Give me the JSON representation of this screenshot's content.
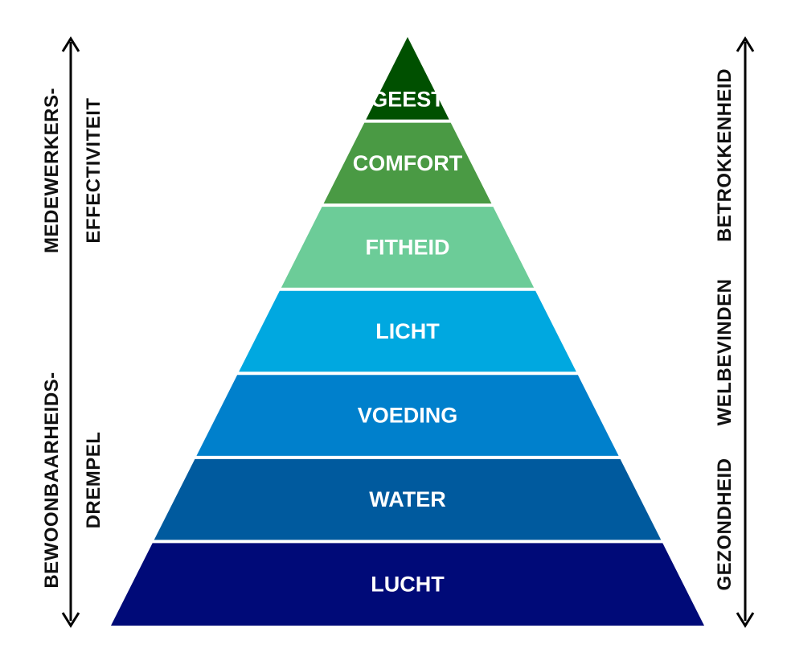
{
  "pyramid": {
    "tiers": [
      {
        "label": "GEEST",
        "color": "#005000"
      },
      {
        "label": "COMFORT",
        "color": "#4a9a44"
      },
      {
        "label": "FITHEID",
        "color": "#6ccc98"
      },
      {
        "label": "LICHT",
        "color": "#00a8e0"
      },
      {
        "label": "VOEDING",
        "color": "#0080cc"
      },
      {
        "label": "WATER",
        "color": "#005a9e"
      },
      {
        "label": "LUCHT",
        "color": "#000a78"
      }
    ]
  },
  "left_axis": {
    "top_line1": "MEDEWERKERS-",
    "top_line2": "EFFECTIVITEIT",
    "bottom_line1": "BEWOONBAARHEIDS-",
    "bottom_line2": "DREMPEL"
  },
  "right_axis": {
    "top": "BETROKKENHEID",
    "middle": "WELBEVINDEN",
    "bottom": "GEZONDHEID"
  }
}
